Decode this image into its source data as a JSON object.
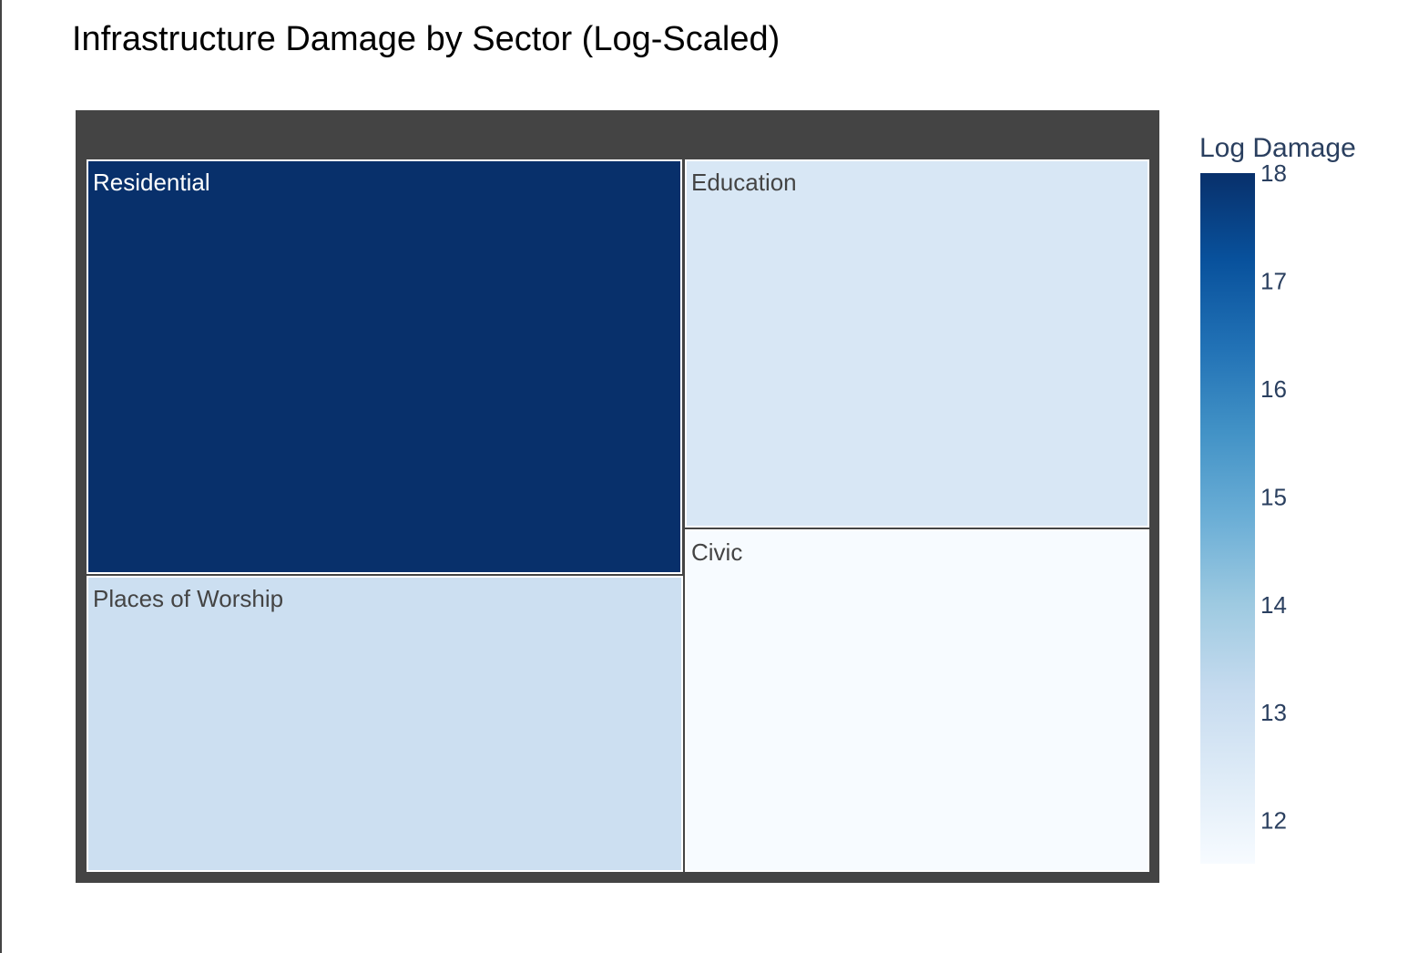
{
  "chart_data": {
    "type": "treemap",
    "title": "Infrastructure Damage by Sector (Log-Scaled)",
    "items": [
      {
        "label": "Residential",
        "color_value": 18.0
      },
      {
        "label": "Education",
        "color_value": 12.6
      },
      {
        "label": "Places of Worship",
        "color_value": 13.0
      },
      {
        "label": "Civic",
        "color_value": 11.6
      }
    ],
    "colorscale": {
      "name": "Blues",
      "title": "Log Damage",
      "range": [
        11.6,
        18.0
      ],
      "ticks": [
        18,
        17,
        16,
        15,
        14,
        13,
        12
      ],
      "stops": [
        "#f7fbff",
        "#deebf7",
        "#c6dbef",
        "#9ecae1",
        "#6baed6",
        "#4292c6",
        "#2171b5",
        "#08519c",
        "#08306b"
      ]
    },
    "colors": {
      "background": "#444444",
      "tile_border": "#ffffff",
      "text_dark": "#444444",
      "text_light": "#ffffff",
      "axis_text": "#2a3f5f"
    }
  }
}
